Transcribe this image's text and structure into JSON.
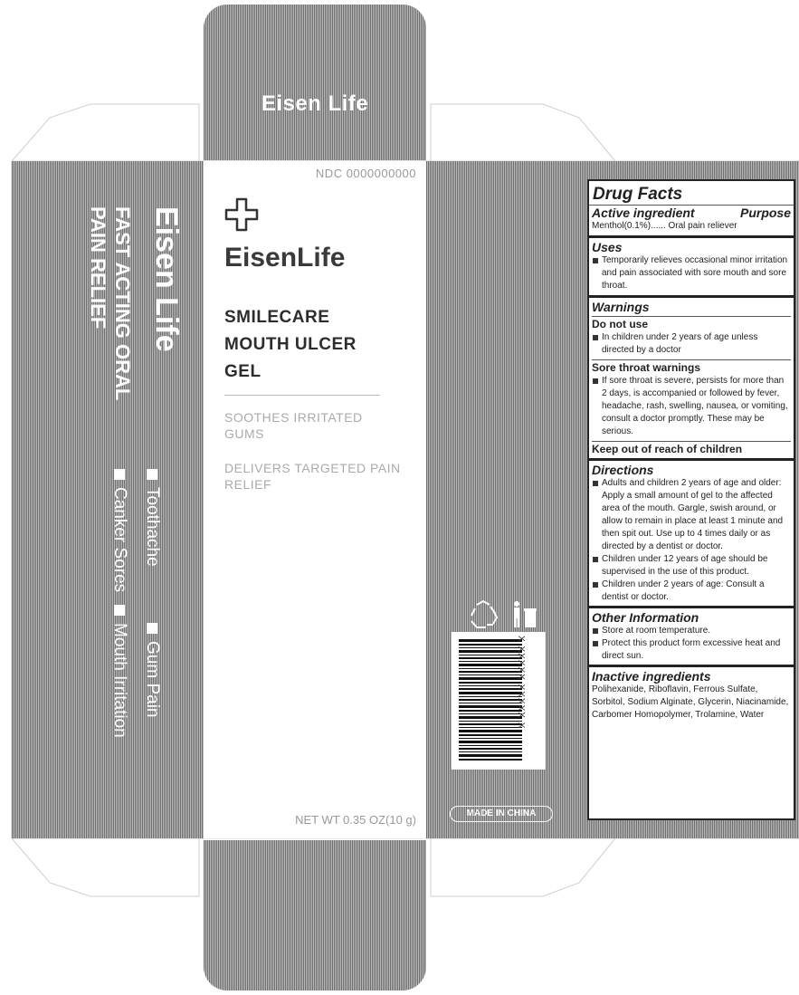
{
  "top_flap": {
    "brand": "Eisen Life"
  },
  "side_panel": {
    "brand": "Eisen Life",
    "line1": "FAST ACTING ORAL",
    "line2": "PAIN RELIEF",
    "bullets": [
      "Toothache",
      "Gum Pain",
      "Canker Sores",
      "Mouth Irritation"
    ]
  },
  "front": {
    "ndc": "NDC 0000000000",
    "brand": "EisenLife",
    "product_lines": [
      "SMILECARE",
      "MOUTH ULCER",
      "GEL"
    ],
    "claims": [
      "SOOTHES IRRITATED GUMS",
      "DELIVERS TARGETED PAIN RELIEF"
    ],
    "net_wt": "NET WT 0.35 OZ(10 g)"
  },
  "back": {
    "barcode_code": "X XXXXX XXXXX X",
    "made_in": "MADE IN CHINA"
  },
  "drug_facts": {
    "title": "Drug Facts",
    "active_heading": "Active ingredient",
    "purpose_heading": "Purpose",
    "active_line": "Menthol(0.1%)...... Oral pain reliever",
    "uses_heading": "Uses",
    "uses": [
      "Temporarily relieves occasional minor irritation and pain associated with sore mouth and sore throat."
    ],
    "warnings_heading": "Warnings",
    "do_not_use_heading": "Do not use",
    "do_not_use": [
      "In children under 2 years of age unless directed by a doctor"
    ],
    "sore_throat_heading": "Sore throat warnings",
    "sore_throat": [
      "If sore throat is severe, persists for more than 2 days, is accompanied or followed by fever, headache, rash, swelling, nausea, or vomiting, consult a doctor promptly. These may be serious."
    ],
    "keep_out": "Keep out of reach of children",
    "directions_heading": "Directions",
    "directions": [
      "Adults and children 2 years of age and older: Apply a small amount of gel to the affected area of the mouth. Gargle, swish around, or allow to remain in place at least 1 minute and then spit out. Use up to 4 times daily or as directed by a dentist or doctor.",
      "Children under 12 years of age should be supervised in the use of this product.",
      "Children under 2 years of age: Consult a dentist or doctor."
    ],
    "other_heading": "Other Information",
    "other": [
      "Store at room temperature.",
      "Protect this product form excessive heat and direct sun."
    ],
    "inactive_heading": "Inactive ingredients",
    "inactive": "Polihexanide, Riboflavin, Ferrous Sulfate, Sorbitol, Sodium Alginate, Glycerin, Niacinamide, Carbomer Homopolymer, Trolamine, Water"
  }
}
